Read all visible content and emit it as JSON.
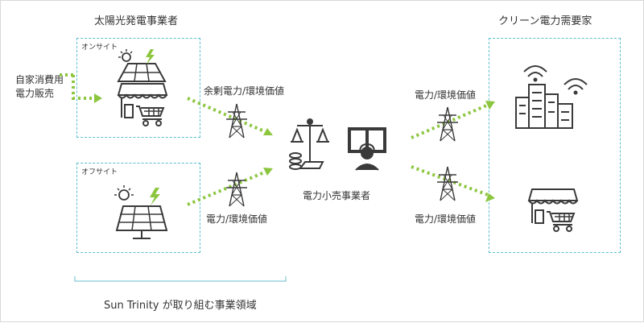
{
  "headers": {
    "solar_operator": "太陽光発電事業者",
    "clean_demand": "クリーン電力需要家"
  },
  "labels": {
    "onsite": "オンサイト",
    "offsite": "オフサイト",
    "self_consumption_line1": "自家消費用",
    "self_consumption_line2": "電力販売",
    "surplus_power": "余剰電力/環境価値",
    "offsite_power": "電力/環境価値",
    "demand_power_top": "電力/環境価値",
    "demand_power_bottom": "電力/環境価値",
    "retailer": "電力小売事業者",
    "scope": "Sun Trinity が取り組む事業領域"
  },
  "colors": {
    "accent_green": "#8cc63f",
    "box_dash": "#5bbfd0",
    "icon_stroke": "#3a3a3a",
    "bracket": "#9bd3dd"
  }
}
